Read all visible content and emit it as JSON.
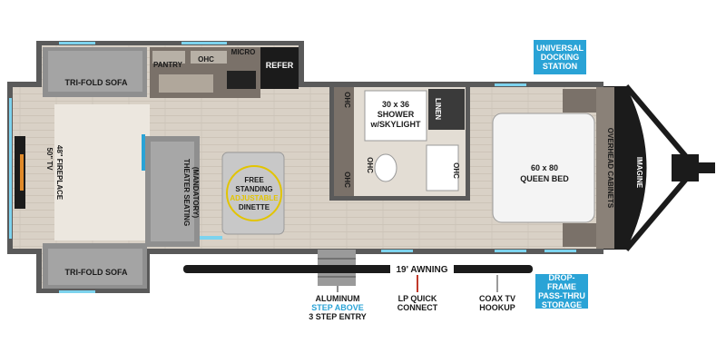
{
  "colors": {
    "floor": "#d7cfc4",
    "wall": "#5a5a5a",
    "cabinet": "#7a7169",
    "furniture": "#8f8f8f",
    "window": "#7dd3ee",
    "accent_blue": "#2aa3d6",
    "callout_bg": "#2aa3d6",
    "dark": "#1b1b1b",
    "yellow": "#e2c400"
  },
  "labels": {
    "tri_fold_sofa_top": "TRI-FOLD SOFA",
    "tri_fold_sofa_bottom": "TRI-FOLD SOFA",
    "pantry": "PANTRY",
    "ohc_kitchen": "OHC",
    "micro": "MICRO",
    "refer": "REFER",
    "tv": "50\" TV",
    "fireplace": "48\" FIREPLACE",
    "theater_seating": "THEATER SEATING",
    "theater_mandatory": "(MANDATORY)",
    "dinette_line1": "FREE",
    "dinette_line2": "STANDING",
    "dinette_line3": "ADJUSTABLE",
    "dinette_line4": "DINETTE",
    "ohc_bath_top": "OHC",
    "ohc_bath_left": "OHC",
    "ohc_bath_mid": "OHC",
    "ohc_bath_right": "OHC",
    "shower_line1": "30 x 36",
    "shower_line2": "SHOWER",
    "shower_line3": "w/SKYLIGHT",
    "linen": "LINEN",
    "bed_line1": "60 x 80",
    "bed_line2": "QUEEN BED",
    "overhead_cabinets": "OVERHEAD CABINETS",
    "brand": "IMAGINE",
    "awning": "19' AWNING"
  },
  "callouts": {
    "docking": "UNIVERSAL\nDOCKING\nSTATION",
    "storage": "DROP-FRAME\nPASS-THRU\nSTORAGE"
  },
  "notes": {
    "entry_line1": "ALUMINUM",
    "entry_line2": "STEP ABOVE",
    "entry_line3": "3 STEP ENTRY",
    "lp_line1": "LP QUICK",
    "lp_line2": "CONNECT",
    "coax_line1": "COAX TV",
    "coax_line2": "HOOKUP"
  }
}
